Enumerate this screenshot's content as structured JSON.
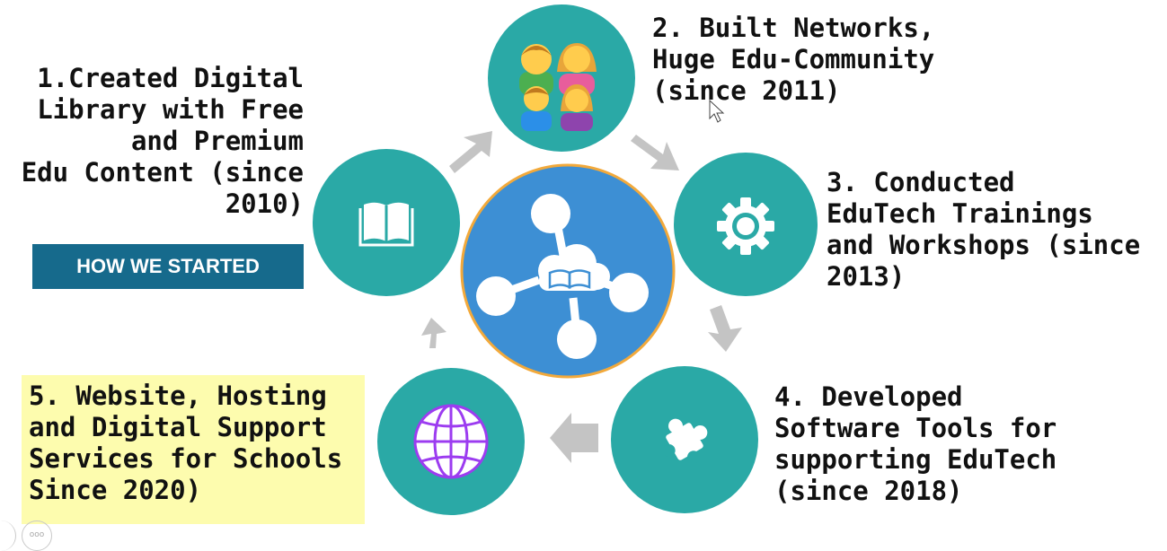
{
  "steps": [
    {
      "text": "1.Created Digital\nLibrary with Free\nand Premium\nEdu Content (since\n2010)",
      "icon": "book-icon"
    },
    {
      "text": "2. Built Networks,\nHuge Edu-Community\n(since 2011)",
      "icon": "family-icon"
    },
    {
      "text": "3. Conducted\nEduTech Trainings\nand Workshops (since\n2013)",
      "icon": "gear-icon"
    },
    {
      "text": "4. Developed\nSoftware Tools for\nsupporting EduTech\n(since 2018)",
      "icon": "puzzle-icon"
    },
    {
      "text": "5. Website, Hosting\nand Digital Support\nServices for Schools\nSince 2020)",
      "icon": "globe-icon"
    }
  ],
  "badge": "HOW WE STARTED",
  "colors": {
    "circle": "#2aa9a6",
    "center": "#3d8fd4",
    "center_ring": "#f2a93b",
    "arrow": "#c4c4c4",
    "badge_bg": "#166a8c",
    "highlight": "#fdfcae"
  },
  "viewer_button": "ooo"
}
